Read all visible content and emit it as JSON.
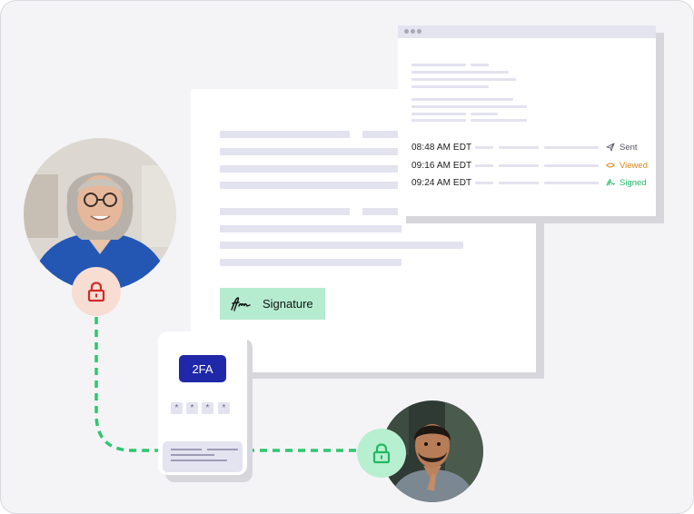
{
  "audit_log": [
    {
      "time": "08:48 AM EDT",
      "status": "Sent",
      "icon": "paper-plane-icon",
      "color": "#555566"
    },
    {
      "time": "09:16 AM EDT",
      "status": "Viewed",
      "icon": "eye-icon",
      "color": "#e0871d"
    },
    {
      "time": "09:24 AM EDT",
      "status": "Signed",
      "icon": "signature-icon",
      "color": "#1eb86a"
    }
  ],
  "signature": {
    "label": "Signature",
    "icon": "signature-mark-icon"
  },
  "two_factor": {
    "label": "2FA",
    "pin_chars": [
      "*",
      "*",
      "*",
      "*"
    ]
  },
  "colors": {
    "accent": "#1f28a8",
    "signature_bg": "#b5ecd0",
    "connector": "#2ec76f",
    "lock_red": "#d02a2a",
    "lock_green": "#22b863"
  }
}
